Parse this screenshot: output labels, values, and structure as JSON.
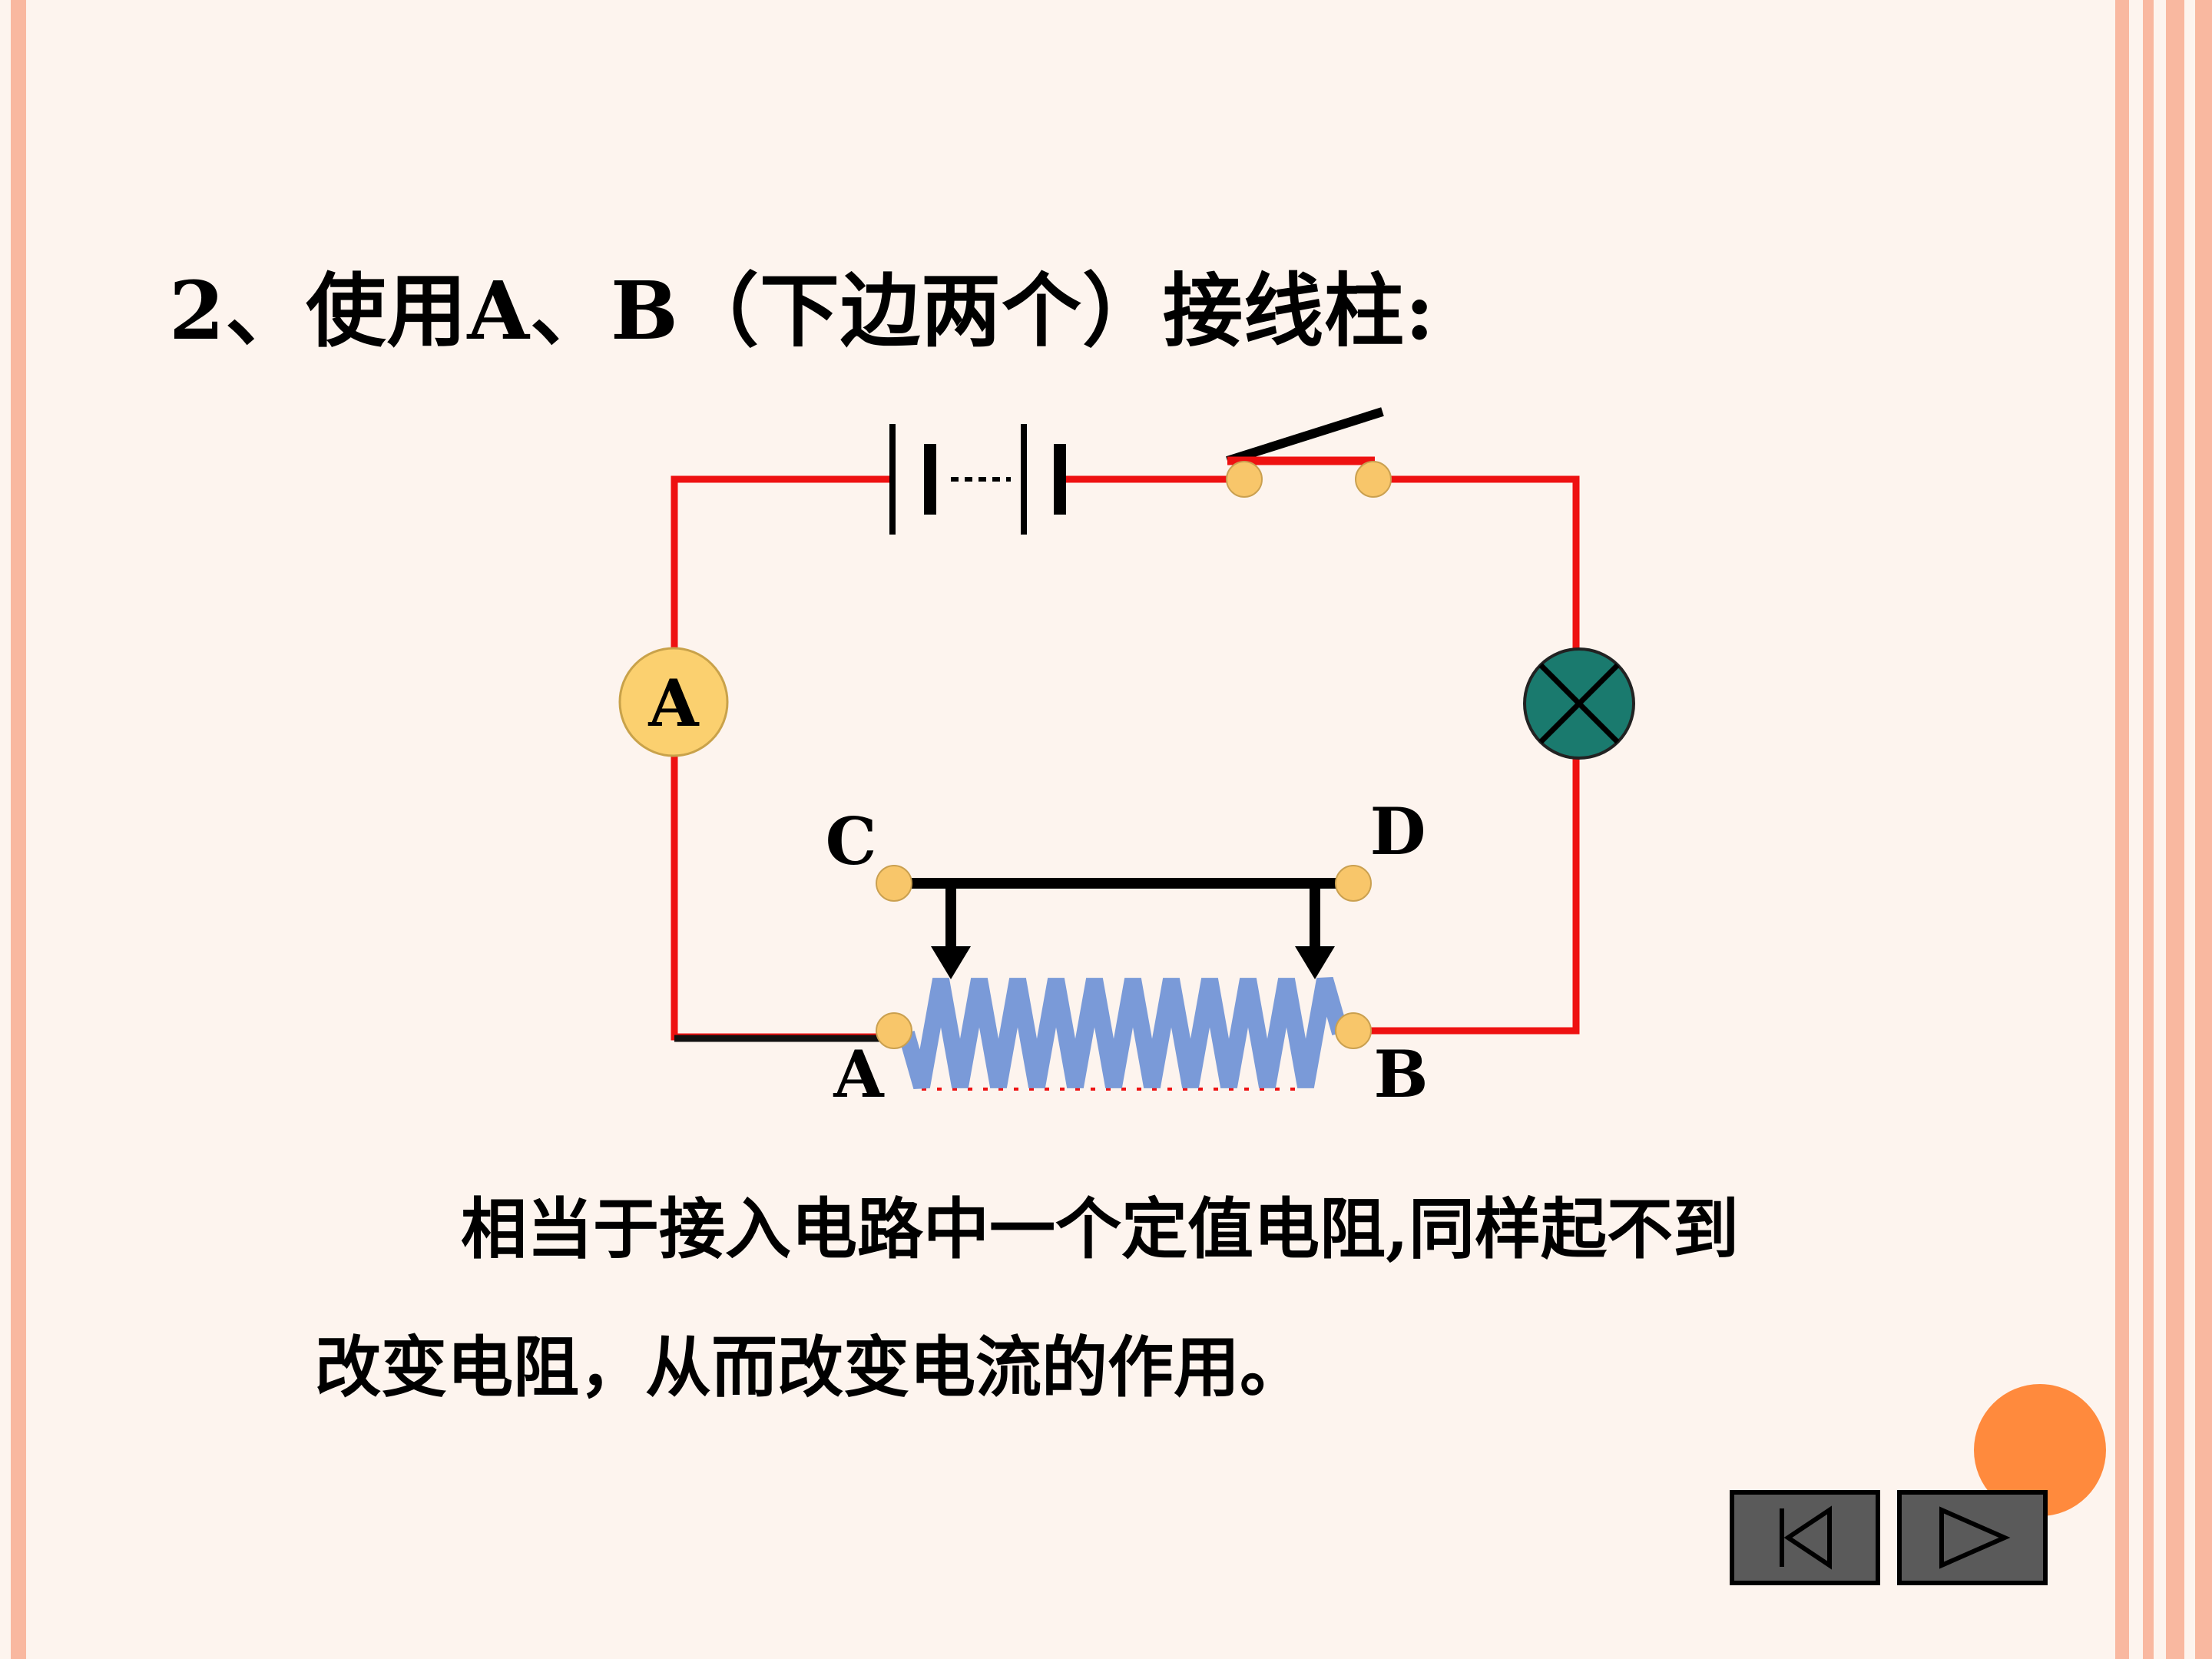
{
  "slide": {
    "title": "2、使用A、B（下边两个）接线柱:",
    "paragraph_line1": "相当于接入电路中一个定值电阻,同样起不到",
    "paragraph_line2": "改变电阻，从而改变电流的作用。"
  },
  "diagram": {
    "ammeter_label": "A",
    "terminal_labels": {
      "c": "C",
      "d": "D",
      "a": "A",
      "b": "B"
    },
    "components": [
      "battery-icon",
      "switch-icon",
      "ammeter-icon",
      "lamp-icon",
      "rheostat-icon"
    ]
  },
  "colors": {
    "wire": "#ee1111",
    "terminal": "#f8c66a",
    "ammeter_fill": "#fbd06f",
    "lamp_fill": "#1a7a6e",
    "coil": "#7a9ad8",
    "accent_circle": "#ff8a3d",
    "stripe": "#f9b8a0"
  },
  "navigation": {
    "first_icon": "skip-to-start-icon",
    "next_icon": "play-next-icon"
  }
}
